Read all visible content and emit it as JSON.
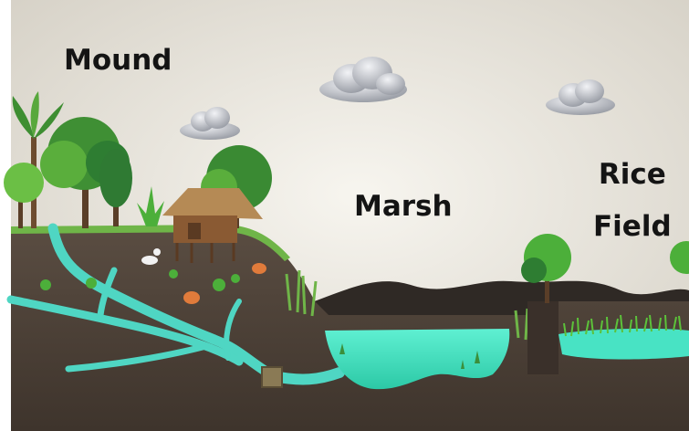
{
  "labels": {
    "mound": "Mound",
    "marsh": "Marsh",
    "rice_field_line1": "Rice",
    "rice_field_line2": "Field"
  },
  "colors": {
    "sky_center": "#f4f1ea",
    "sky_edge": "#d8d3c8",
    "soil": "#4a3f36",
    "dark_ridge": "#2f2925",
    "water": "#3ee0c0",
    "canal": "#4fd6c3",
    "grass": "#4caf3a",
    "tree_dark": "#2e7d32",
    "tree_light": "#6bbf45",
    "hut": "#8a5a33",
    "cloud": "#c9ccd3"
  },
  "icons": [
    "cloud-icon",
    "palm-tree-icon",
    "tree-icon",
    "hut-icon",
    "duck-icon",
    "chicken-icon",
    "plant-icon"
  ]
}
